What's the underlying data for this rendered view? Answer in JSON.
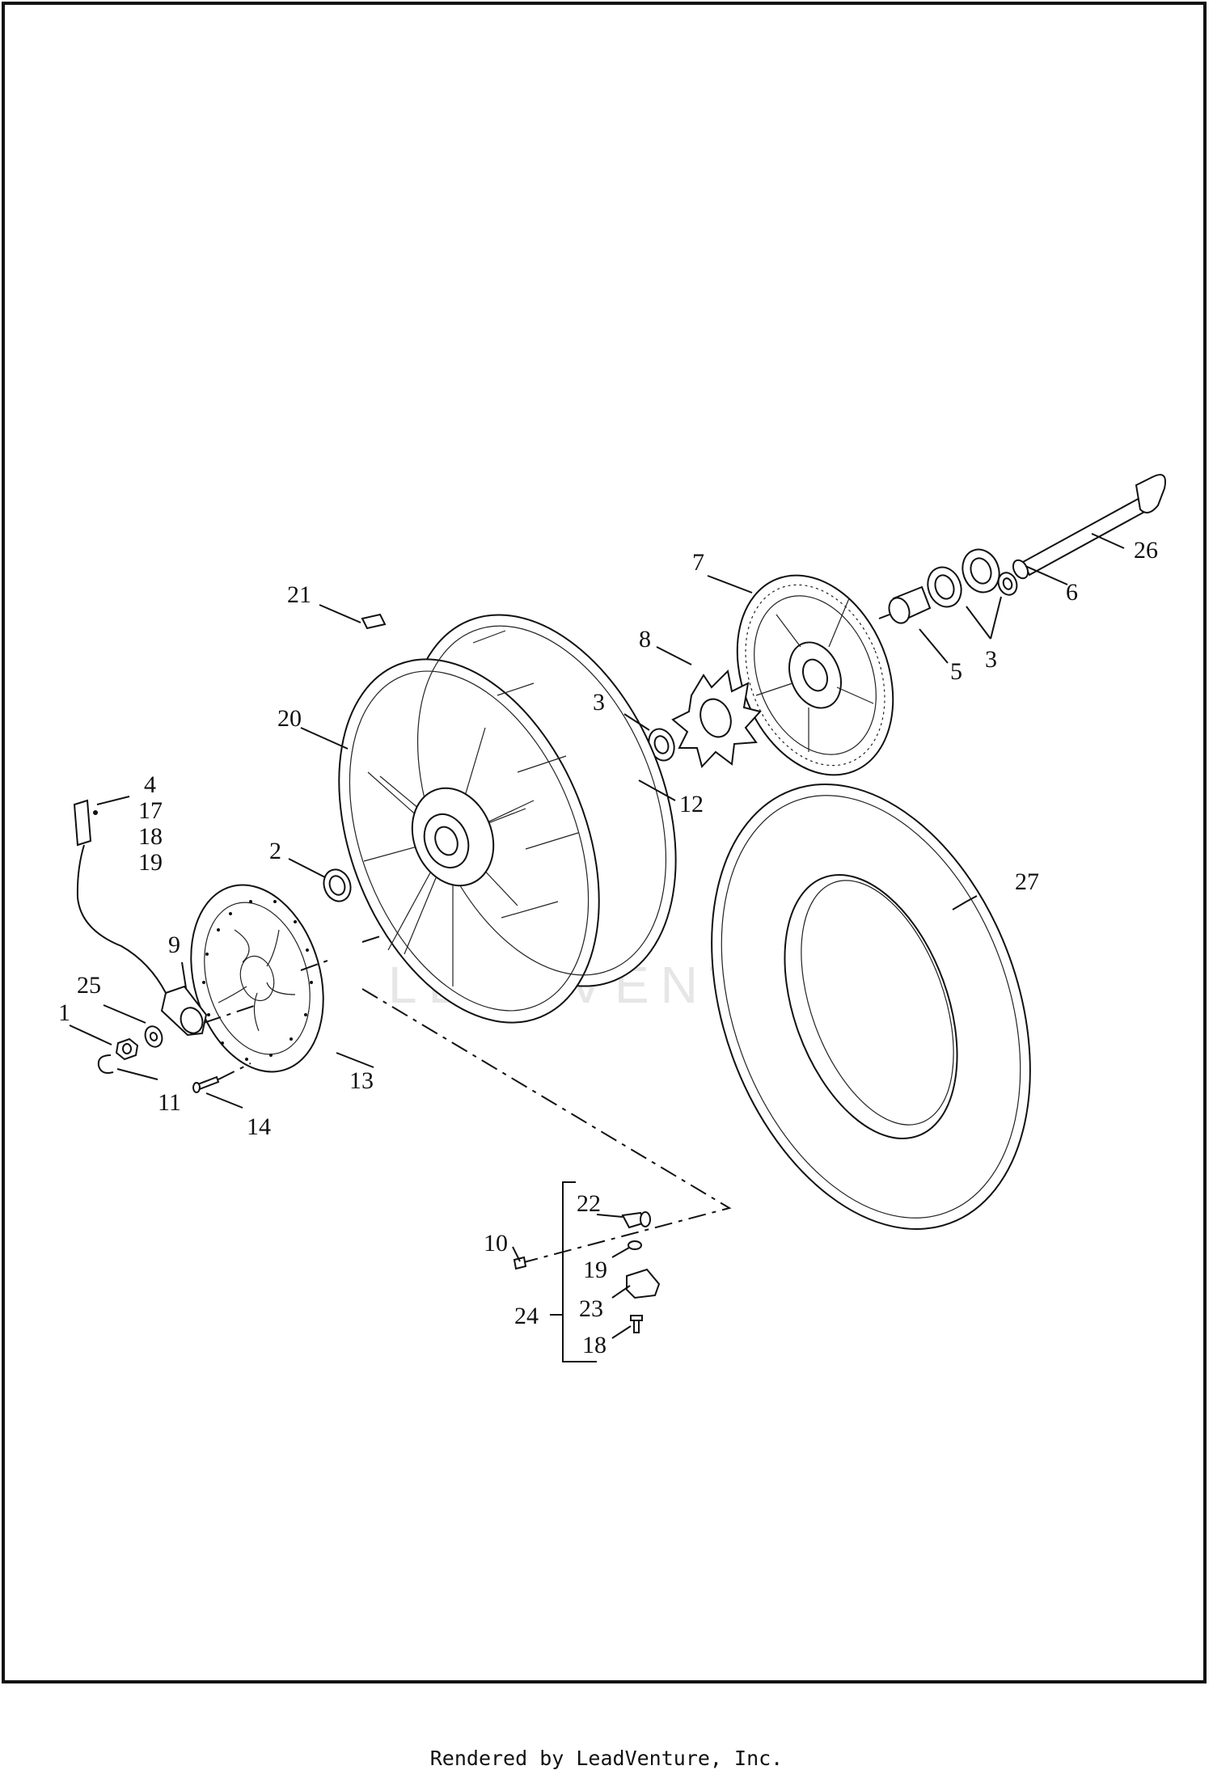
{
  "diagram": {
    "watermark": "LEADVENTURE",
    "callouts": [
      {
        "id": "c21",
        "text": "21"
      },
      {
        "id": "c7",
        "text": "7"
      },
      {
        "id": "c26",
        "text": "26"
      },
      {
        "id": "c6",
        "text": "6"
      },
      {
        "id": "c8",
        "text": "8"
      },
      {
        "id": "c5",
        "text": "5"
      },
      {
        "id": "c3a",
        "text": "3"
      },
      {
        "id": "c3b",
        "text": "3"
      },
      {
        "id": "c20",
        "text": "20"
      },
      {
        "id": "c12",
        "text": "12"
      },
      {
        "id": "c4",
        "text": "4"
      },
      {
        "id": "c17a",
        "text": "17"
      },
      {
        "id": "c18a",
        "text": "18"
      },
      {
        "id": "c19a",
        "text": "19"
      },
      {
        "id": "c27",
        "text": "27"
      },
      {
        "id": "c2",
        "text": "2"
      },
      {
        "id": "c9",
        "text": "9"
      },
      {
        "id": "c25",
        "text": "25"
      },
      {
        "id": "c1",
        "text": "1"
      },
      {
        "id": "c13",
        "text": "13"
      },
      {
        "id": "c11",
        "text": "11"
      },
      {
        "id": "c14",
        "text": "14"
      },
      {
        "id": "c22",
        "text": "22"
      },
      {
        "id": "c10",
        "text": "10"
      },
      {
        "id": "c19b",
        "text": "19"
      },
      {
        "id": "c24",
        "text": "24"
      },
      {
        "id": "c23",
        "text": "23"
      },
      {
        "id": "c18b",
        "text": "18"
      }
    ]
  },
  "footer": {
    "credit": "Rendered by LeadVenture, Inc."
  }
}
